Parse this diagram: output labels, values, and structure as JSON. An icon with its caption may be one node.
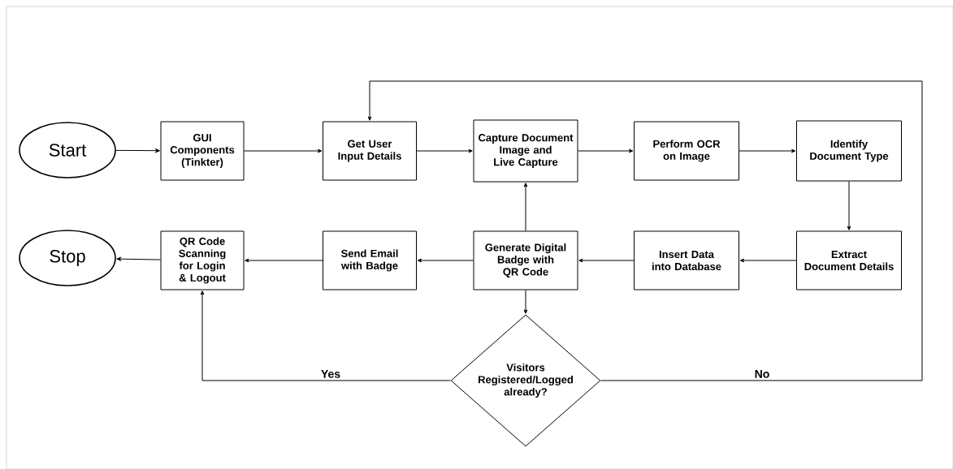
{
  "diagram": {
    "nodes": [
      {
        "text": [
          "Start"
        ]
      },
      {
        "text": [
          "GUI Components (Tinkter)"
        ]
      },
      {
        "text": [
          "Get User Input Details"
        ]
      },
      {
        "text": [
          "Capture Document Image and Live Capture"
        ]
      },
      {
        "text": [
          "Perform OCR on Image"
        ]
      },
      {
        "text": [
          "Identify Document Type"
        ]
      },
      {
        "text": [
          "Extract Document Details"
        ]
      },
      {
        "text": [
          "Insert Data into Database"
        ]
      },
      {
        "text": [
          "Generate Digital Badge with QR Code"
        ]
      },
      {
        "text": [
          "Send Email with Badge"
        ]
      },
      {
        "text": [
          "QR Code Scanning for Login & Logout"
        ]
      },
      {
        "text": [
          "Stop"
        ]
      },
      {
        "text": [
          "Visitors Registered/Logged already?"
        ]
      }
    ],
    "edges": [
      {
        "from": 0,
        "to": 1,
        "arrow": "to"
      },
      {
        "from": 1,
        "to": 2,
        "arrow": "to"
      },
      {
        "from": 2,
        "to": 3,
        "arrow": "to"
      },
      {
        "from": 3,
        "to": 4,
        "arrow": "to"
      },
      {
        "from": 4,
        "to": 5,
        "arrow": "to"
      },
      {
        "from": 5,
        "to": 6,
        "arrow": "to"
      },
      {
        "from": 6,
        "to": 7,
        "arrow": "to"
      },
      {
        "from": 7,
        "to": 8,
        "arrow": "to"
      },
      {
        "from": 8,
        "to": 9,
        "arrow": "to"
      },
      {
        "from": 9,
        "to": 10,
        "arrow": "to"
      },
      {
        "from": 10,
        "to": 11,
        "arrow": "to"
      },
      {
        "from": 8,
        "to": 3,
        "arrow": "to"
      },
      {
        "from": 8,
        "to": 12,
        "arrow": "to"
      },
      {
        "from": 12,
        "to": 10,
        "arrow": "to",
        "label": "Yes"
      },
      {
        "from": 12,
        "to": 2,
        "arrow": "to",
        "label": "No"
      }
    ]
  }
}
